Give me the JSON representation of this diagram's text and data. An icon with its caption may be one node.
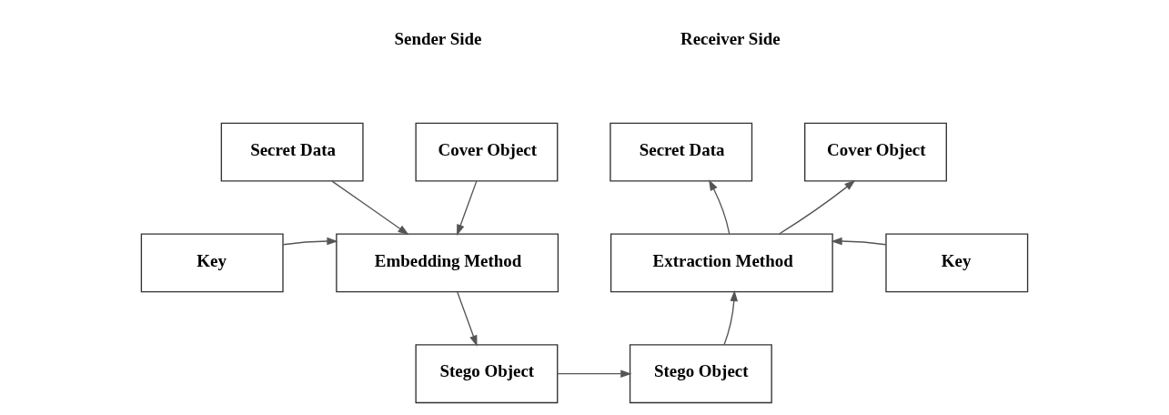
{
  "diagram": {
    "nodes": [
      {
        "text": [
          "Secret Data"
        ]
      },
      {
        "text": [
          "Cover Object"
        ]
      },
      {
        "text": [
          "Key"
        ]
      },
      {
        "text": [
          "Embedding Method"
        ]
      },
      {
        "text": [
          "Stego Object"
        ]
      },
      {
        "text": [
          "Secret Data"
        ]
      },
      {
        "text": [
          "Cover Object"
        ]
      },
      {
        "text": [
          "Extraction Method"
        ]
      },
      {
        "text": [
          "Key"
        ]
      },
      {
        "text": [
          "Stego Object"
        ]
      }
    ],
    "edges": [
      {
        "from": 0,
        "to": 3,
        "arrow": "to"
      },
      {
        "from": 1,
        "to": 3,
        "arrow": "to"
      },
      {
        "from": 2,
        "to": 3,
        "arrow": "to"
      },
      {
        "from": 3,
        "to": 4,
        "arrow": "to"
      },
      {
        "from": 4,
        "to": 9,
        "arrow": "to"
      },
      {
        "from": 9,
        "to": 7,
        "arrow": "to"
      },
      {
        "from": 8,
        "to": 7,
        "arrow": "to"
      },
      {
        "from": 7,
        "to": 5,
        "arrow": "to"
      },
      {
        "from": 7,
        "to": 6,
        "arrow": "to"
      }
    ],
    "labels": [
      "Sender Side",
      "Receiver Side"
    ]
  }
}
